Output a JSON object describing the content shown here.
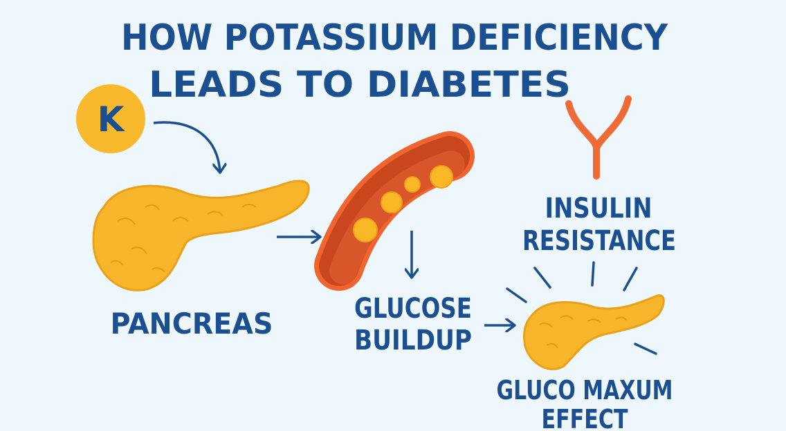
{
  "title": {
    "line1": "HOW POTASSIUM DEFICIENCY",
    "line2": "LEADS TO DIABETES"
  },
  "potassium_badge": "K",
  "labels": {
    "pancreas": "PANCREAS",
    "glucose_line1": "GLUCOSE",
    "glucose_line2": "BUILDUP",
    "insulin_line1": "INSULIN",
    "insulin_line2": "RESISTANCE",
    "effect_line1": "GLUCO MAXUM",
    "effect_line2": "EFFECT"
  },
  "colors": {
    "background": "#eef7fc",
    "text": "#1c4f8f",
    "pancreas": "#f7b52c",
    "vessel": "#e0522a",
    "receptor": "#ef6a35"
  }
}
